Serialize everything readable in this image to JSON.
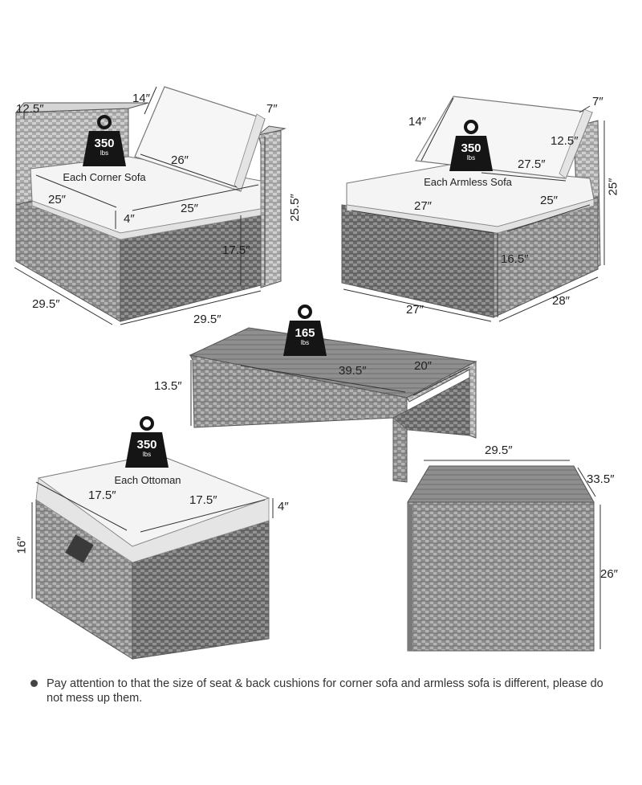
{
  "colors": {
    "wicker_dark": "#5d5d5d",
    "wicker_mid": "#8a8a8a",
    "wicker_light": "#c9c9c9",
    "cushion": "#f4f4f4",
    "weight_badge": "#151515",
    "text": "#222222"
  },
  "corner_sofa": {
    "caption": "Each Corner Sofa",
    "weight_value": "350",
    "weight_unit": "lbs",
    "dims": {
      "back_depth": "12.5″",
      "cushion_top": "14″",
      "cushion_side": "7″",
      "cushion_len": "26″",
      "seat_left": "25″",
      "seat_right": "25″",
      "seat_thick": "4″",
      "height": "25.5″",
      "seat_height": "17.5″",
      "depth": "29.5″",
      "width": "29.5″"
    }
  },
  "armless_sofa": {
    "caption": "Each Armless Sofa",
    "weight_value": "350",
    "weight_unit": "lbs",
    "dims": {
      "cushion_height": "14″",
      "cushion_side": "7″",
      "back_depth": "12.5″",
      "cushion_len": "27.5″",
      "seat_width": "27″",
      "seat_depth": "25″",
      "height": "25″",
      "seat_height": "16.5″",
      "width": "27″",
      "depth": "28″"
    }
  },
  "table": {
    "weight_value": "165",
    "weight_unit": "lbs",
    "dims": {
      "length": "39.5″",
      "width": "20″",
      "height": "13.5″"
    }
  },
  "ottoman": {
    "caption": "Each Ottoman",
    "weight_value": "350",
    "weight_unit": "lbs",
    "dims": {
      "left": "17.5″",
      "right": "17.5″",
      "cushion_thick": "4″",
      "height": "16″"
    }
  },
  "storage_box": {
    "dims": {
      "width": "29.5″",
      "depth": "33.5″",
      "height": "26″"
    }
  },
  "note": "Pay attention to that the size of seat & back cushions for corner sofa and armless sofa is different, please do not mess up them."
}
